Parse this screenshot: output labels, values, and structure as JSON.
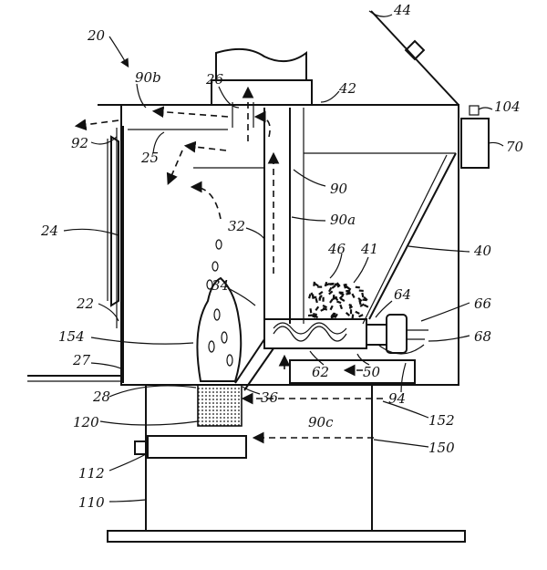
{
  "labels": {
    "l20": "20",
    "l44": "44",
    "l42": "42",
    "l26": "26",
    "l90b": "90b",
    "l104": "104",
    "l92": "92",
    "l25": "25",
    "l70": "70",
    "l90": "90",
    "l24": "24",
    "l32": "32",
    "l90a": "90a",
    "l46": "46",
    "l41": "41",
    "l40": "40",
    "l34": "34",
    "l22": "22",
    "l64": "64",
    "l66": "66",
    "l154": "154",
    "l68": "68",
    "l27": "27",
    "l62": "62",
    "l50": "50",
    "l94": "94",
    "l28": "28",
    "l36": "36",
    "l90c": "90c",
    "l152": "152",
    "l120": "120",
    "l150": "150",
    "l112": "112",
    "l110": "110"
  }
}
